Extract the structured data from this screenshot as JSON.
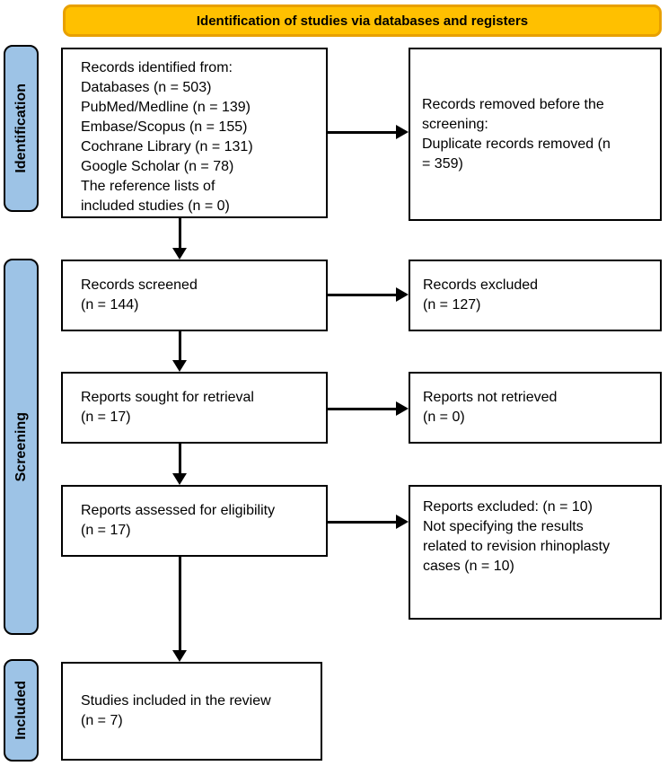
{
  "header": {
    "title": "Identification of studies via databases and registers"
  },
  "sidebar": {
    "items": [
      {
        "label": "Identification"
      },
      {
        "label": "Screening"
      },
      {
        "label": "Included"
      }
    ]
  },
  "flow": {
    "left_boxes": [
      {
        "id": "records-identified",
        "text": "Records identified from:\nDatabases (n = 503)\nPubMed/Medline (n = 139)\nEmbase/Scopus (n = 155)\nCochrane Library (n = 131)\nGoogle Scholar (n = 78)\nThe reference lists of\nincluded studies (n = 0)"
      },
      {
        "id": "records-screened",
        "text": "Records screened\n(n = 144)"
      },
      {
        "id": "reports-sought",
        "text": "Reports sought for retrieval\n(n = 17)"
      },
      {
        "id": "reports-assessed",
        "text": "Reports assessed for eligibility\n(n = 17)"
      },
      {
        "id": "studies-included",
        "text": "Studies included in the review\n(n = 7)"
      }
    ],
    "right_boxes": [
      {
        "id": "records-removed",
        "text": "Records removed before the\nscreening:\nDuplicate records removed (n\n= 359)"
      },
      {
        "id": "records-excluded",
        "text": "Records excluded\n(n = 127)"
      },
      {
        "id": "reports-not-retrieved",
        "text": "Reports not retrieved\n(n = 0)"
      },
      {
        "id": "reports-excluded",
        "text": "Reports excluded: (n = 10)\nNot specifying the results\nrelated to revision rhinoplasty\ncases (n = 10)"
      }
    ]
  },
  "colors": {
    "header_fill": "#FFC000",
    "header_border": "#E8A000",
    "sidebar_fill": "#9DC3E6",
    "sidebar_border": "#000000",
    "box_border": "#000000",
    "arrow_color": "#000000"
  }
}
